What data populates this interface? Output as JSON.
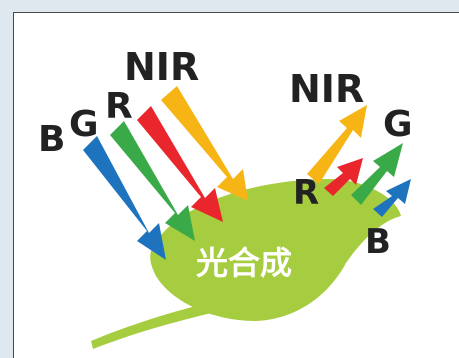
{
  "incoming_labels": {
    "blue": "B",
    "green": "G",
    "red": "R",
    "nir": "NIR"
  },
  "reflected_labels": {
    "nir": "NIR",
    "red": "R",
    "green": "G",
    "blue": "B"
  },
  "leaf_text": "光合成",
  "colors": {
    "blue": "#1e73be",
    "green": "#3aaa48",
    "red": "#e8262b",
    "nir": "#f7b515",
    "leaf": "#a6cc3f",
    "leaf_stem": "#a6cc3f",
    "background": "#dfe7ef"
  }
}
